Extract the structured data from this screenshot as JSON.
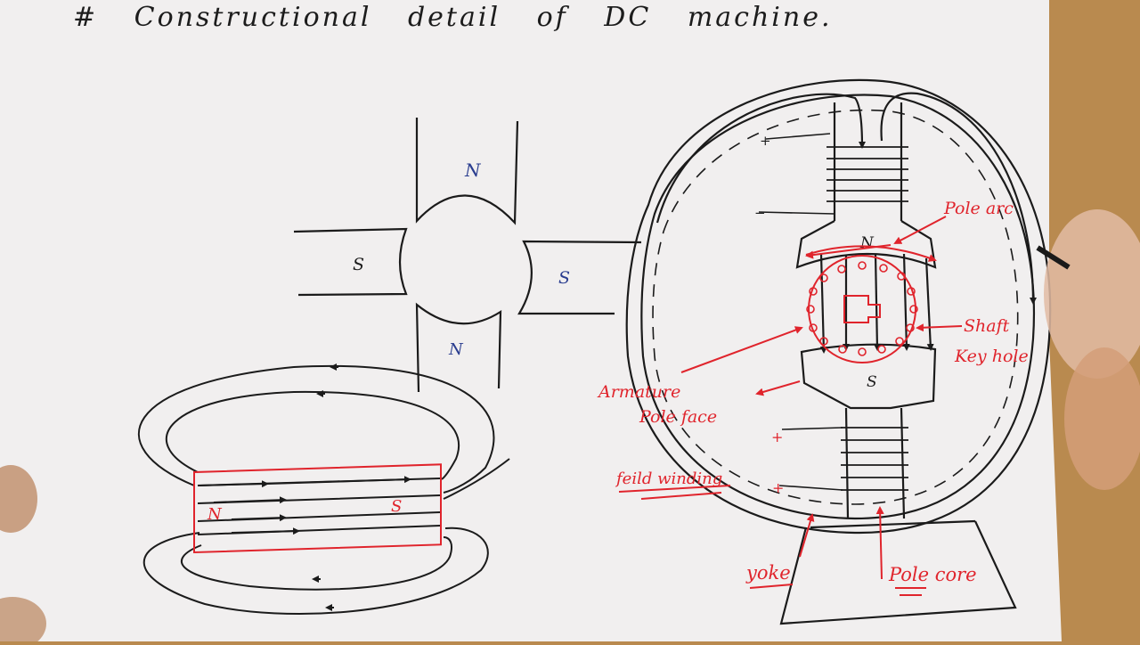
{
  "title": "#   Constructional detail of DC machine.",
  "poles": {
    "n_top": "N",
    "n_bottom": "N",
    "s_left": "S",
    "s_right": "S"
  },
  "bar_magnet": {
    "north": "N",
    "south": "S"
  },
  "machine": {
    "pole_n": "N",
    "pole_s": "S",
    "plus_top": "+",
    "minus_top": "−",
    "plus_bottom_1": "+",
    "plus_bottom_2": "+"
  },
  "labels": {
    "pole_arc": "Pole arc",
    "shaft": "Shaft",
    "key_hole": "Key hole",
    "armature": "Armature",
    "pole_face": "Pole face",
    "field_winding": "feild winding",
    "yoke": "yoke",
    "pole_core": "Pole core"
  },
  "colors": {
    "ink": "#1b1b1b",
    "annotation_red": "#e0242c",
    "pole_blue": "#2a3d8f",
    "paper": "#f1efef"
  }
}
